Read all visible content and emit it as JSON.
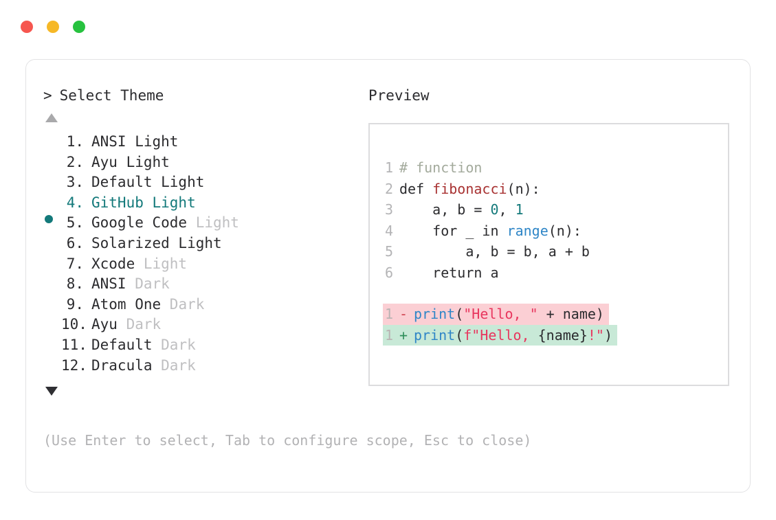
{
  "window": {
    "dots": [
      {
        "name": "close",
        "color": "#f6564f"
      },
      {
        "name": "minimize",
        "color": "#f6b827"
      },
      {
        "name": "maximize",
        "color": "#27c23f"
      }
    ]
  },
  "selector": {
    "prompt_symbol": ">",
    "title": "Select Theme",
    "scroll_up_icon": "triangle-up",
    "scroll_down_icon": "triangle-down",
    "selected_index": 4,
    "selected_bullet_color": "#13797a",
    "accent_color": "#13797a",
    "muted_color": "#bfbfc1",
    "items": [
      {
        "index": "1.",
        "name": "ANSI Light",
        "suffix": "",
        "suffix_muted": false,
        "selected": false
      },
      {
        "index": "2.",
        "name": "Ayu Light",
        "suffix": "",
        "suffix_muted": false,
        "selected": false
      },
      {
        "index": "3.",
        "name": "Default Light",
        "suffix": "",
        "suffix_muted": false,
        "selected": false
      },
      {
        "index": "4.",
        "name": "GitHub Light",
        "suffix": "",
        "suffix_muted": false,
        "selected": true
      },
      {
        "index": "5.",
        "name": "Google Code ",
        "suffix": "Light",
        "suffix_muted": true,
        "selected": false
      },
      {
        "index": "6.",
        "name": "Solarized Light",
        "suffix": "",
        "suffix_muted": false,
        "selected": false
      },
      {
        "index": "7.",
        "name": "Xcode ",
        "suffix": "Light",
        "suffix_muted": true,
        "selected": false
      },
      {
        "index": "8.",
        "name": "ANSI ",
        "suffix": "Dark",
        "suffix_muted": true,
        "selected": false
      },
      {
        "index": "9.",
        "name": "Atom One ",
        "suffix": "Dark",
        "suffix_muted": true,
        "selected": false
      },
      {
        "index": "10.",
        "name": "Ayu ",
        "suffix": "Dark",
        "suffix_muted": true,
        "selected": false
      },
      {
        "index": "11.",
        "name": "Default ",
        "suffix": "Dark",
        "suffix_muted": true,
        "selected": false
      },
      {
        "index": "12.",
        "name": "Dracula ",
        "suffix": "Dark",
        "suffix_muted": true,
        "selected": false
      }
    ]
  },
  "footer": {
    "hint": "(Use Enter to select, Tab to configure scope, Esc to close)"
  },
  "preview": {
    "title": "Preview",
    "code_lines": [
      {
        "number": "1",
        "tokens": [
          {
            "text": "# function",
            "type": "comment"
          }
        ]
      },
      {
        "number": "2",
        "tokens": [
          {
            "text": "def ",
            "type": "keyword"
          },
          {
            "text": "fibonacci",
            "type": "func"
          },
          {
            "text": "(n):",
            "type": "plain"
          }
        ]
      },
      {
        "number": "3",
        "tokens": [
          {
            "text": "    a, b = ",
            "type": "plain"
          },
          {
            "text": "0",
            "type": "number"
          },
          {
            "text": ", ",
            "type": "plain"
          },
          {
            "text": "1",
            "type": "number"
          }
        ]
      },
      {
        "number": "4",
        "tokens": [
          {
            "text": "    for _ in ",
            "type": "plain"
          },
          {
            "text": "range",
            "type": "builtin"
          },
          {
            "text": "(n):",
            "type": "plain"
          }
        ]
      },
      {
        "number": "5",
        "tokens": [
          {
            "text": "        a, b = b, a + b",
            "type": "plain"
          }
        ]
      },
      {
        "number": "6",
        "tokens": [
          {
            "text": "    return a",
            "type": "plain"
          }
        ]
      }
    ],
    "diff_lines": [
      {
        "number": "1",
        "marker": "-",
        "kind": "removed",
        "background": "#fbcfd4",
        "tokens": [
          {
            "text": "print",
            "type": "builtin"
          },
          {
            "text": "(",
            "type": "plain"
          },
          {
            "text": "\"Hello, \"",
            "type": "string"
          },
          {
            "text": " + name)",
            "type": "plain"
          }
        ]
      },
      {
        "number": "1",
        "marker": "+",
        "kind": "added",
        "background": "#c8e9d7",
        "tokens": [
          {
            "text": "print",
            "type": "builtin"
          },
          {
            "text": "(",
            "type": "plain"
          },
          {
            "text": "f\"Hello, ",
            "type": "string"
          },
          {
            "text": "{name}",
            "type": "plain"
          },
          {
            "text": "!\"",
            "type": "string"
          },
          {
            "text": ")",
            "type": "plain"
          }
        ]
      }
    ]
  }
}
